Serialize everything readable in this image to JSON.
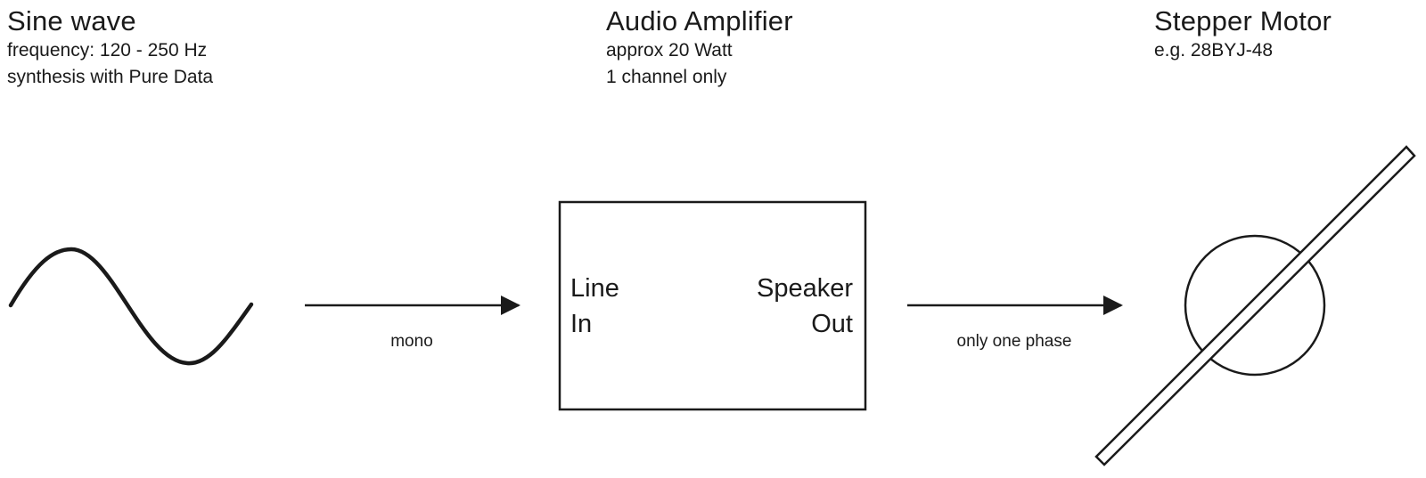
{
  "blocks": {
    "sine": {
      "title": "Sine wave",
      "lines": [
        "frequency: 120 - 250 Hz",
        "synthesis with Pure Data"
      ]
    },
    "amplifier": {
      "title": "Audio Amplifier",
      "lines": [
        "approx 20 Watt",
        "1 channel only"
      ],
      "input_label": [
        "Line",
        "In"
      ],
      "output_label": [
        "Speaker",
        "Out"
      ]
    },
    "motor": {
      "title": "Stepper Motor",
      "lines": [
        "e.g. 28BYJ-48"
      ]
    }
  },
  "connections": {
    "sine_to_amp": "mono",
    "amp_to_motor": "only one phase"
  },
  "colors": {
    "stroke": "#1a1a1a",
    "background": "#ffffff"
  },
  "icons": {
    "sine": "sine-wave-icon",
    "motor": "stepper-motor-icon",
    "arrow": "arrow-right-icon"
  }
}
